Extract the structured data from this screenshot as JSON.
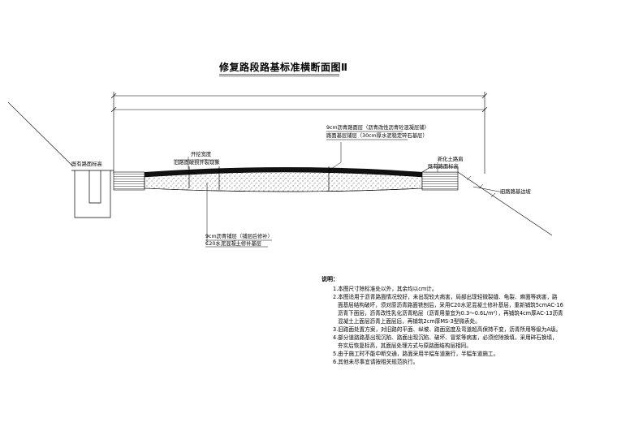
{
  "title": "修复路段路基标准横断面图Ⅱ",
  "labels": {
    "existing_ditch": "既有路面标高",
    "crack_width": "开挖宽度",
    "old_surface_crack": "旧路面破损开裂现象",
    "top_layer_1": "9cm沥青路面层（沥青改性沥青砼混凝层铺）",
    "top_layer_2": "路面基层铺层（30cm厚水泥稳定碎石基层）",
    "bottom_layer_1": "9cm沥青铺层（铺层后修补）",
    "bottom_layer_2": "C20水泥混凝土修补基层",
    "right_slope_top": "新化土路肩",
    "right_existing": "既有路面标高",
    "right_slope": "旧路路基边坡"
  },
  "notes": {
    "heading": "说明：",
    "items": [
      [
        "1.本图尺寸除标准处以外，其余均以cm计。"
      ],
      [
        "2.本图适用于沥青路面情况较好，未出现较大病害，局部出现轻微裂缝、龟裂、麻面等病害，路",
        "面基层结构破坏，须对原沥青路面铣刨后，采用C20水泥混凝土修补基层，重新铺筑5cmAC-16",
        "沥青下面层，沥青改性乳化沥青粘层（沥青用量宜为0.3～0.6L/m²），再铺筑4cm厚AC-13沥青",
        "混凝土上面层沥青上面层后，再铺筑2cm厚MS-3型微表处。"
      ],
      [
        "3.旧路面处置方案，对旧路的平面、纵坡、路面宽度及弯道超高保持不变，沥青所用等级为A级。"
      ],
      [
        "4.部分道路路基出现沉陷、路面出现沉陷、破坏、冒浆等病害，必须挖除换填，采用碎石换填，",
        "夯实后恢复标高，其面层处理方式与原路面结构层相同。"
      ],
      [
        "5.由于施工时不能中断交通，路面采用半幅车道施行，半幅车道施工。"
      ],
      [
        "6.其他未尽事宜请按相关规范执行。"
      ]
    ]
  }
}
